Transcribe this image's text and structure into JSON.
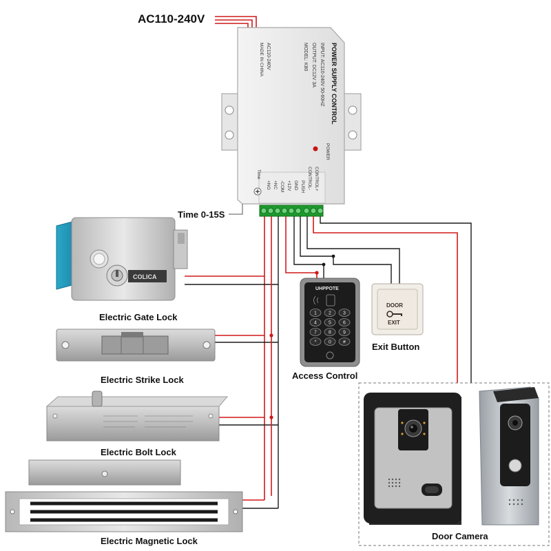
{
  "mains_label": "AC110-240V",
  "power_supply": {
    "title": "POWER SUPPLY CONTROL",
    "input": "INPUT: AC110-240V 50-60HZ",
    "output": "OUTPUT: DC12V 3A",
    "model": "MODEL: K80",
    "ac_mark": "AC110-240V",
    "made_in": "MADE IN CHINA",
    "power_led_label": "POWER",
    "time_label": "Time",
    "terminals": [
      "+NO",
      "+NC",
      "-COM",
      "+12V",
      "GND",
      "PUSH",
      "CONTROL-",
      "CONTROL+"
    ]
  },
  "timer_callout": "Time 0-15S",
  "devices": {
    "gate_lock": {
      "label": "Electric Gate Lock",
      "brand": "COLICA"
    },
    "strike_lock": {
      "label": "Electric Strike Lock"
    },
    "bolt_lock": {
      "label": "Electric Bolt Lock"
    },
    "magnetic_lock": {
      "label": "Electric Magnetic Lock"
    },
    "access_control": {
      "label": "Access Control",
      "brand": "UHPPOTE",
      "keys": [
        "1",
        "2",
        "3",
        "4",
        "5",
        "6",
        "7",
        "8",
        "9",
        "*",
        "0",
        "#"
      ]
    },
    "exit_button": {
      "label": "Exit Button",
      "text_top": "DOOR",
      "text_bottom": "EXIT"
    },
    "door_camera": {
      "label": "Door Camera"
    }
  },
  "colors": {
    "wire_red": "#d01818",
    "wire_black": "#1a1a1a",
    "terminal_green": "#1e9a2e"
  }
}
